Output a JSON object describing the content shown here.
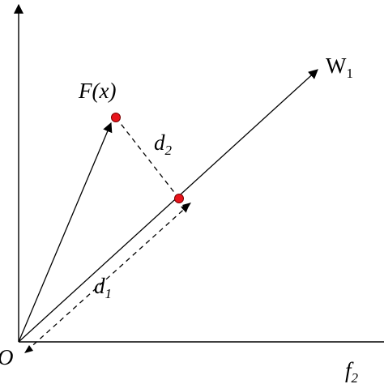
{
  "labels": {
    "origin": "O",
    "vertical_axis": "",
    "horizontal_axis_main": "f",
    "horizontal_axis_sub": "2",
    "point_label": "F(x)",
    "direction_main": "W",
    "direction_sub": "1",
    "d1_main": "d",
    "d1_sub": "1",
    "d2_main": "d",
    "d2_sub": "2"
  },
  "colors": {
    "point_fill": "#e8141c",
    "point_stroke": "#7a0000",
    "line": "#000000",
    "background": "#ffffff"
  }
}
